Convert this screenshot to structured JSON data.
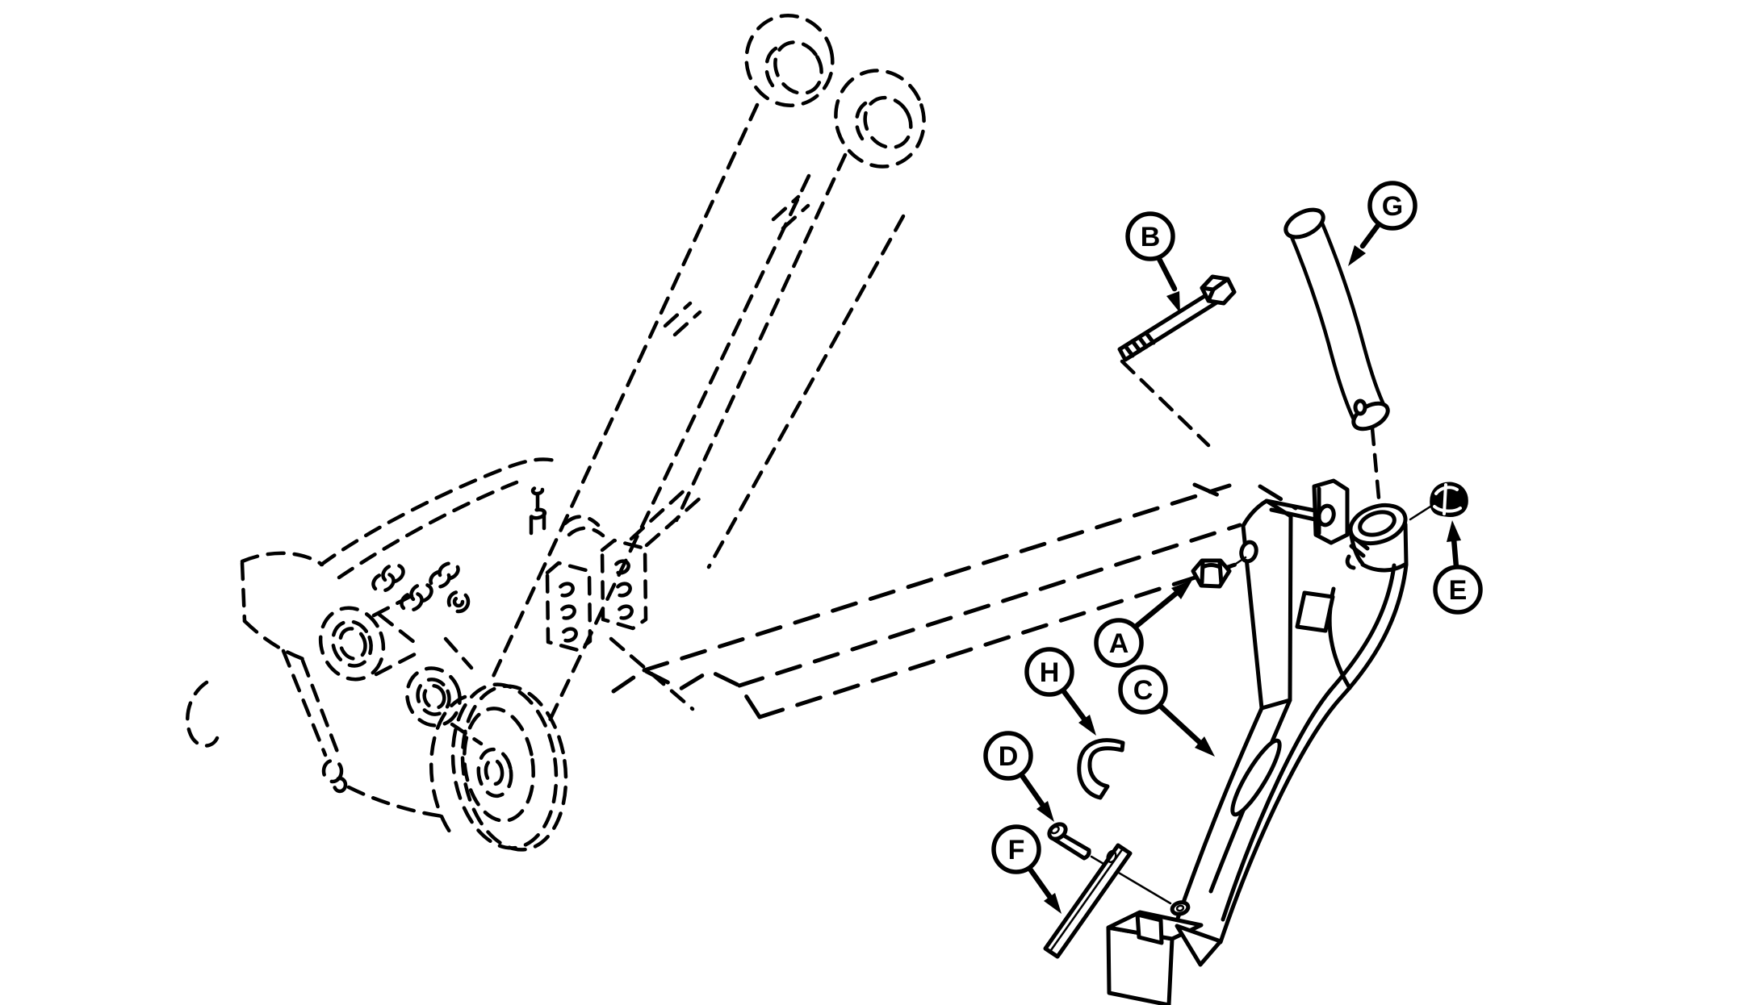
{
  "figure": {
    "type": "exploded-parts-diagram",
    "callouts": [
      {
        "label": "A"
      },
      {
        "label": "B"
      },
      {
        "label": "C"
      },
      {
        "label": "D"
      },
      {
        "label": "E"
      },
      {
        "label": "F"
      },
      {
        "label": "G"
      },
      {
        "label": "H"
      }
    ]
  },
  "colors": {
    "ink": "#000000",
    "paper": "#ffffff"
  }
}
